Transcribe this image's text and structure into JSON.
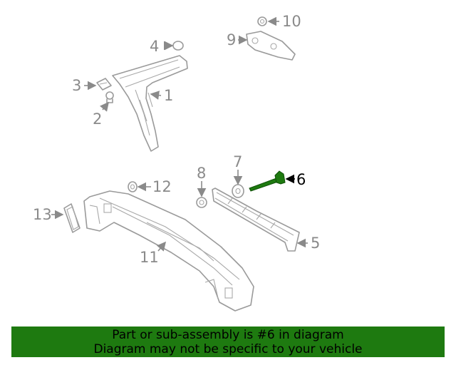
{
  "diagram": {
    "callouts": [
      {
        "id": "1",
        "text": "1"
      },
      {
        "id": "2",
        "text": "2"
      },
      {
        "id": "3",
        "text": "3"
      },
      {
        "id": "4",
        "text": "4"
      },
      {
        "id": "5",
        "text": "5"
      },
      {
        "id": "6",
        "text": "6"
      },
      {
        "id": "7",
        "text": "7"
      },
      {
        "id": "8",
        "text": "8"
      },
      {
        "id": "9",
        "text": "9"
      },
      {
        "id": "10",
        "text": "10"
      },
      {
        "id": "11",
        "text": "11"
      },
      {
        "id": "12",
        "text": "12"
      },
      {
        "id": "13",
        "text": "13"
      }
    ],
    "highlight_part": "6",
    "colors": {
      "highlight_part": "#1e7a10",
      "line_art": "#9a9a9a",
      "label": "#8a8a8a",
      "banner": "#1e7a10"
    }
  },
  "banner": {
    "line1": "Part or sub-assembly is #6 in diagram",
    "line2": "Diagram may not be specific to your vehicle"
  }
}
